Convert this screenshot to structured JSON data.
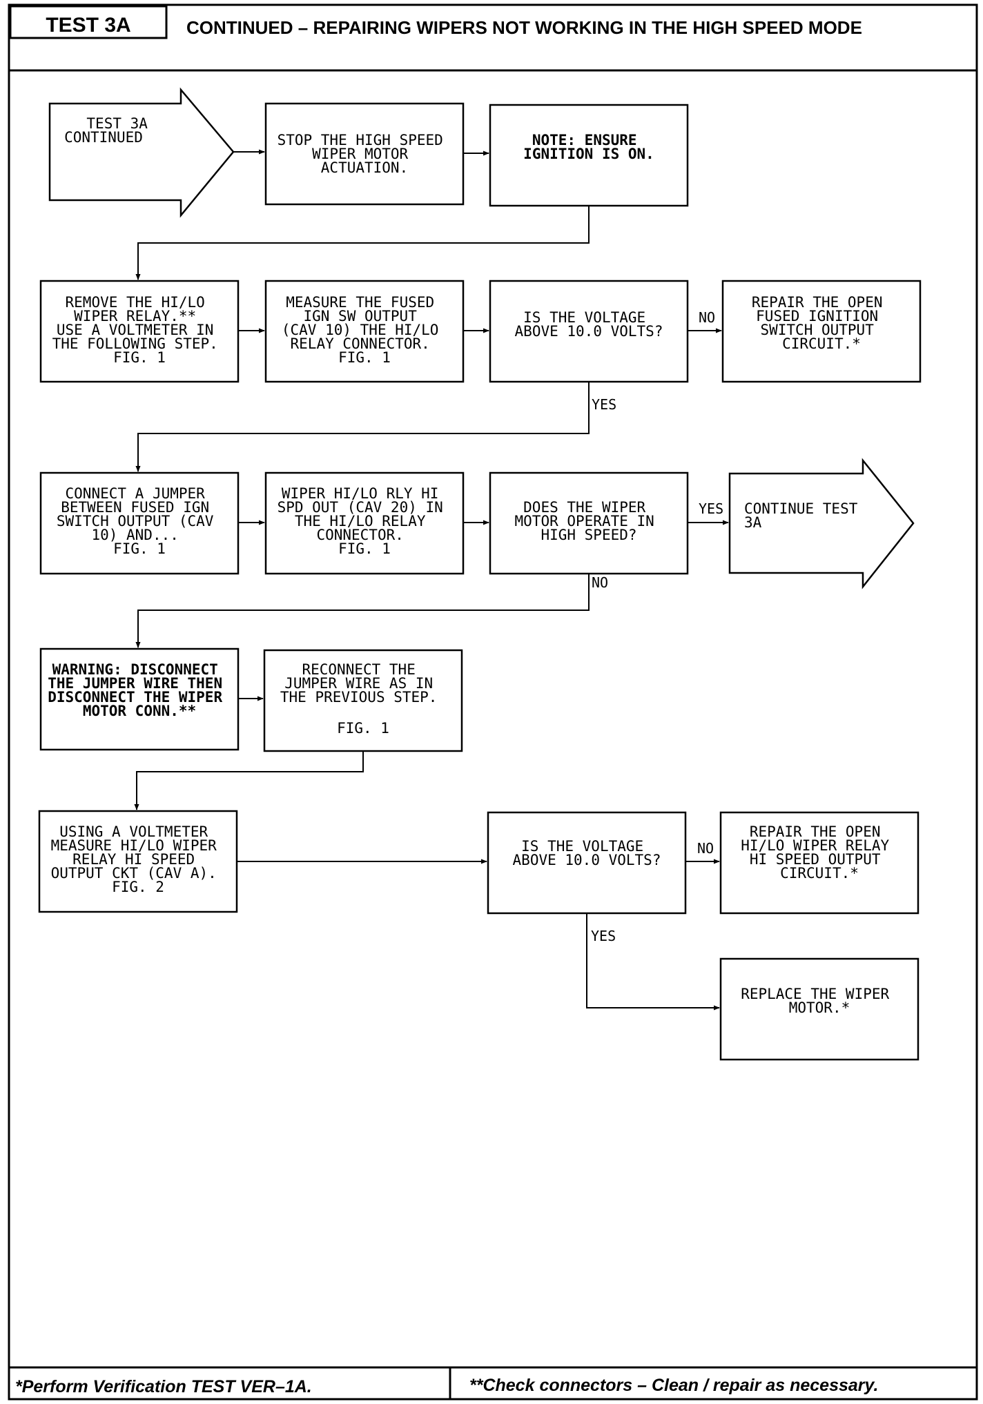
{
  "header": {
    "test_label": "TEST 3A",
    "title": "CONTINUED – REPAIRING WIPERS NOT WORKING IN THE HIGH SPEED MODE"
  },
  "nodes": {
    "start": {
      "lines": [
        "TEST 3A",
        "CONTINUED"
      ]
    },
    "stop_hs": {
      "lines": [
        "STOP THE HIGH SPEED",
        "WIPER MOTOR",
        "ACTUATION."
      ]
    },
    "note_ign": {
      "lines": [
        "NOTE: ENSURE",
        "IGNITION IS ON."
      ]
    },
    "remove_relay": {
      "lines": [
        "REMOVE THE HI/LO",
        "WIPER RELAY.**",
        "USE A VOLTMETER IN",
        "THE FOLLOWING STEP.",
        "FIG. 1"
      ]
    },
    "measure_fused": {
      "lines": [
        "MEASURE THE FUSED",
        "IGN SW OUTPUT",
        "(CAV 10) THE HI/LO",
        "RELAY CONNECTOR.",
        "FIG. 1"
      ]
    },
    "q_voltage_1": {
      "lines": [
        "IS THE VOLTAGE",
        "ABOVE 10.0 VOLTS?"
      ]
    },
    "repair_fused": {
      "lines": [
        "REPAIR THE OPEN",
        "FUSED IGNITION",
        "SWITCH OUTPUT",
        "CIRCUIT.*"
      ]
    },
    "connect_jumper": {
      "lines": [
        "CONNECT A JUMPER",
        "BETWEEN FUSED IGN",
        "SWITCH OUTPUT (CAV",
        "10) AND...",
        "FIG. 1"
      ]
    },
    "wiper_relay_out": {
      "lines": [
        "WIPER HI/LO RLY HI",
        "SPD OUT (CAV 20) IN",
        "THE HI/LO RELAY",
        "CONNECTOR.",
        "FIG. 1"
      ]
    },
    "q_motor": {
      "lines": [
        "DOES THE WIPER",
        "MOTOR OPERATE IN",
        "HIGH SPEED?"
      ]
    },
    "continue_test": {
      "lines": [
        "CONTINUE TEST",
        "3A"
      ]
    },
    "warning": {
      "lines": [
        "WARNING: DISCONNECT",
        "THE JUMPER WIRE THEN",
        "DISCONNECT THE WIPER",
        "MOTOR CONN.**"
      ]
    },
    "reconnect": {
      "lines": [
        "RECONNECT THE",
        "JUMPER WIRE AS IN",
        "THE PREVIOUS STEP.",
        "",
        "FIG. 1"
      ]
    },
    "using_voltmeter": {
      "lines": [
        "USING A VOLTMETER",
        "MEASURE HI/LO WIPER",
        "RELAY HI SPEED",
        "OUTPUT CKT (CAV A).",
        "FIG. 2"
      ]
    },
    "q_voltage_2": {
      "lines": [
        "IS THE VOLTAGE",
        "ABOVE 10.0 VOLTS?"
      ]
    },
    "repair_relay": {
      "lines": [
        "REPAIR THE OPEN",
        "HI/LO WIPER RELAY",
        "HI SPEED OUTPUT",
        "CIRCUIT.*"
      ]
    },
    "replace_motor": {
      "lines": [
        "REPLACE THE WIPER",
        "MOTOR.*"
      ]
    }
  },
  "labels": {
    "no_1": "NO",
    "yes_1": "YES",
    "yes_2": "YES",
    "no_2": "NO",
    "no_3": "NO",
    "yes_3": "YES"
  },
  "footer": {
    "left": "*Perform Verification TEST VER–1A.",
    "right": "**Check connectors – Clean / repair as necessary."
  }
}
